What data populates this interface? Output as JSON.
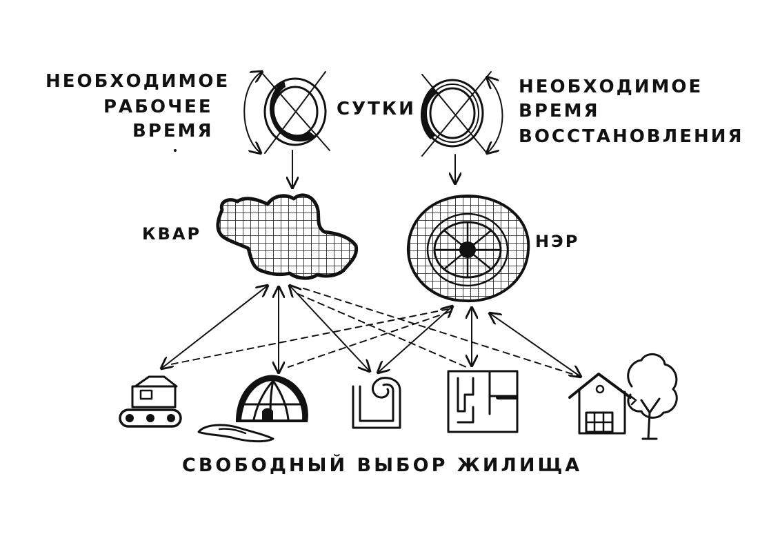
{
  "labels": {
    "left_top_1": "НЕОБХОДИМОЕ",
    "left_top_2": "РАБОЧЕЕ",
    "left_top_3": "ВРЕМЯ",
    "center_top": "СУТКИ",
    "right_top_1": "НЕОБХОДИМОЕ",
    "right_top_2": "ВРЕМЯ",
    "right_top_3": "ВОССТАНОВЛЕНИЯ",
    "kvar": "КВАР",
    "ner": "НЭР",
    "bottom": "СВОБОДНЫЙ ВЫБОР ЖИЛИЩА"
  },
  "colors": {
    "ink": "#111111",
    "paper": "#ffffff"
  },
  "icons": [
    "work-day-clock-icon",
    "recovery-day-clock-icon",
    "kvar-grid-blob-icon",
    "ner-radial-wheel-icon",
    "mobile-dwelling-icon",
    "dome-tent-icon",
    "spiral-dwelling-icon",
    "maze-plan-dwelling-icon",
    "house-with-tree-icon"
  ]
}
